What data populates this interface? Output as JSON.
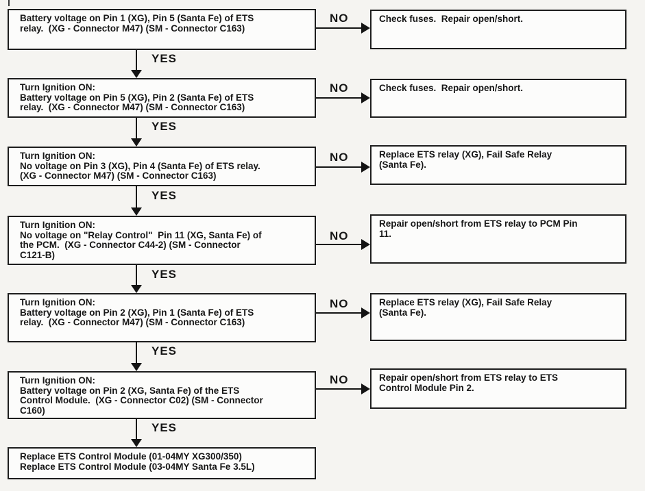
{
  "flowchart": {
    "title_hint": "ETS relay diagnostic flowchart",
    "yes_label": "YES",
    "no_label": "NO",
    "line_color": "#141414",
    "box_background": "#fcfcfb",
    "steps": [
      {
        "question": "Battery voltage on Pin 1 (XG), Pin 5 (Santa Fe) of ETS\nrelay.  (XG - Connector M47) (SM - Connector C163)",
        "no_action": "Check fuses.  Repair open/short."
      },
      {
        "question": "Turn Ignition ON:\nBattery voltage on Pin 5 (XG), Pin 2 (Santa Fe) of ETS\nrelay.  (XG - Connector M47) (SM - Connector C163)",
        "no_action": "Check fuses.  Repair open/short."
      },
      {
        "question": "Turn Ignition ON:\nNo voltage on Pin 3 (XG), Pin 4 (Santa Fe) of ETS relay.\n(XG - Connector M47) (SM - Connector C163)",
        "no_action": "Replace ETS relay (XG), Fail Safe Relay\n(Santa Fe)."
      },
      {
        "question": "Turn Ignition ON:\nNo voltage on \"Relay Control\"  Pin 11 (XG, Santa Fe) of\nthe PCM.  (XG - Connector C44-2) (SM - Connector\nC121-B)",
        "no_action": "Repair open/short from ETS relay to PCM Pin\n11."
      },
      {
        "question": "Turn Ignition ON:\nBattery voltage on Pin 2 (XG), Pin 1 (Santa Fe) of ETS\nrelay.  (XG - Connector M47) (SM - Connector C163)",
        "no_action": "Replace ETS relay (XG), Fail Safe Relay\n(Santa Fe)."
      },
      {
        "question": "Turn Ignition ON:\nBattery voltage on Pin 2 (XG, Santa Fe) of the ETS\nControl Module.  (XG - Connector C02) (SM - Connector\nC160)",
        "no_action": "Repair open/short from ETS relay to ETS\nControl Module Pin 2."
      }
    ],
    "final_action": "Replace ETS Control Module (01-04MY XG300/350)\nReplace ETS Control Module (03-04MY Santa Fe 3.5L)"
  }
}
